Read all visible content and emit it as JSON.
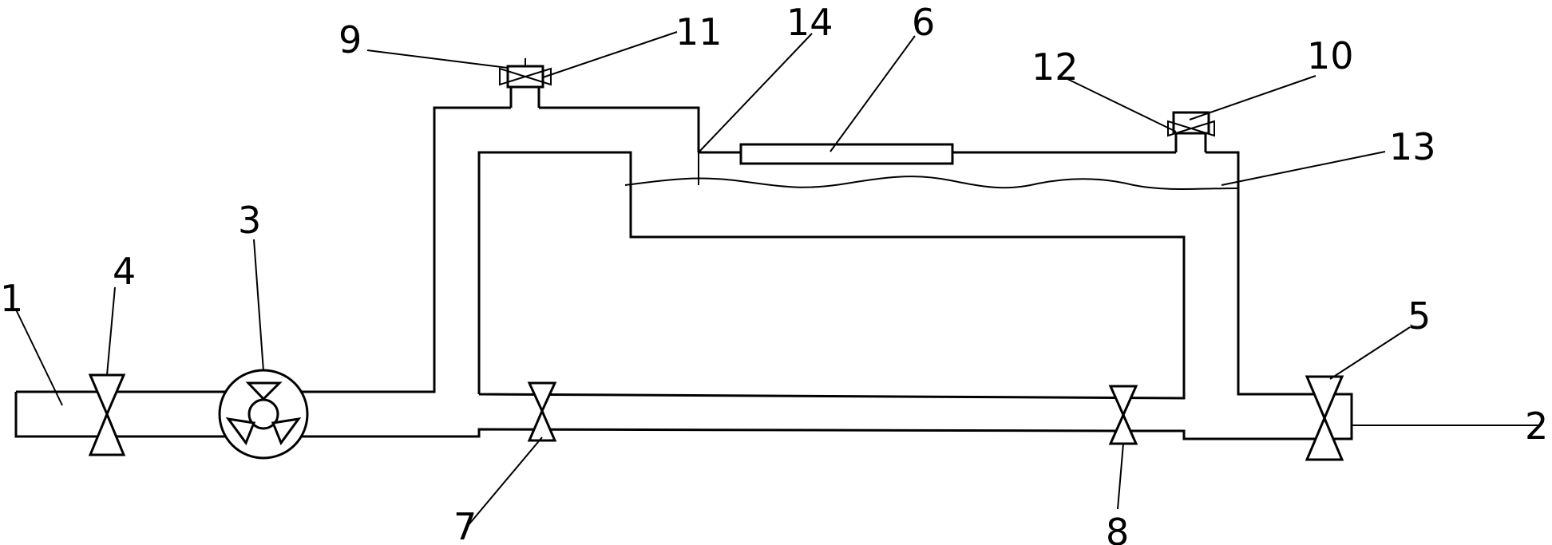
{
  "diagram": {
    "labels": {
      "n1": "1",
      "n2": "2",
      "n3": "3",
      "n4": "4",
      "n5": "5",
      "n6": "6",
      "n7": "7",
      "n8": "8",
      "n9": "9",
      "n10": "10",
      "n11": "11",
      "n12": "12",
      "n13": "13",
      "n14": "14"
    },
    "components": [
      {
        "id": "1",
        "name": "inlet-pipe",
        "icon": "pipe-icon"
      },
      {
        "id": "2",
        "name": "outlet-pipe",
        "icon": "pipe-icon"
      },
      {
        "id": "3",
        "name": "pump",
        "icon": "pump-icon"
      },
      {
        "id": "4",
        "name": "valve",
        "icon": "valve-icon"
      },
      {
        "id": "5",
        "name": "valve",
        "icon": "valve-icon"
      },
      {
        "id": "6",
        "name": "sight-glass",
        "icon": "tube-icon"
      },
      {
        "id": "7",
        "name": "valve",
        "icon": "valve-icon"
      },
      {
        "id": "8",
        "name": "valve",
        "icon": "valve-icon"
      },
      {
        "id": "9",
        "name": "vent-valve",
        "icon": "valve-icon"
      },
      {
        "id": "10",
        "name": "vent-valve",
        "icon": "valve-icon"
      },
      {
        "id": "11",
        "name": "vent-valve-handle",
        "icon": "valve-icon"
      },
      {
        "id": "12",
        "name": "vent-valve-handle",
        "icon": "valve-icon"
      },
      {
        "id": "13",
        "name": "liquid-level",
        "icon": "wave-icon"
      },
      {
        "id": "14",
        "name": "channel-edge",
        "icon": "line-icon"
      }
    ],
    "colors": {
      "line": "#000000",
      "background": "#ffffff"
    }
  }
}
